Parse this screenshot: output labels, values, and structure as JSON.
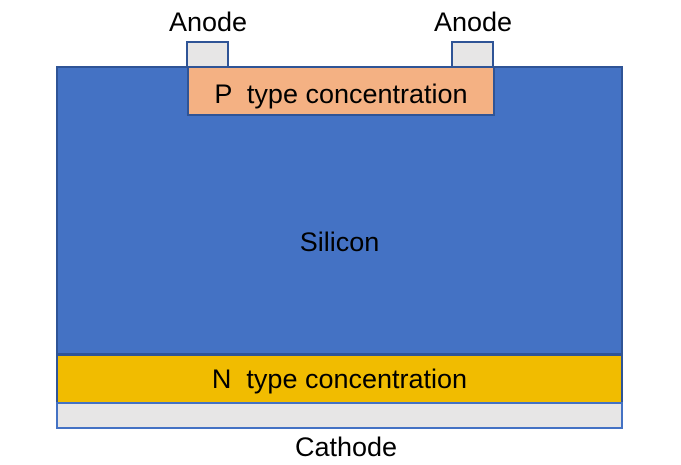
{
  "labels": {
    "anode_left": "Anode",
    "anode_right": "Anode",
    "p_region": "P  type concentration",
    "silicon": "Silicon",
    "n_region": "N  type concentration",
    "cathode": "Cathode"
  },
  "colors": {
    "background": "#FFFFFF",
    "silicon_fill": "#4472C4",
    "p_type_fill": "#F4B183",
    "n_type_fill": "#F1BC00",
    "contact_fill": "#E7E6E6",
    "outline": "#2F5496",
    "cathode_outline": "#4472C4",
    "text": "#000000"
  }
}
